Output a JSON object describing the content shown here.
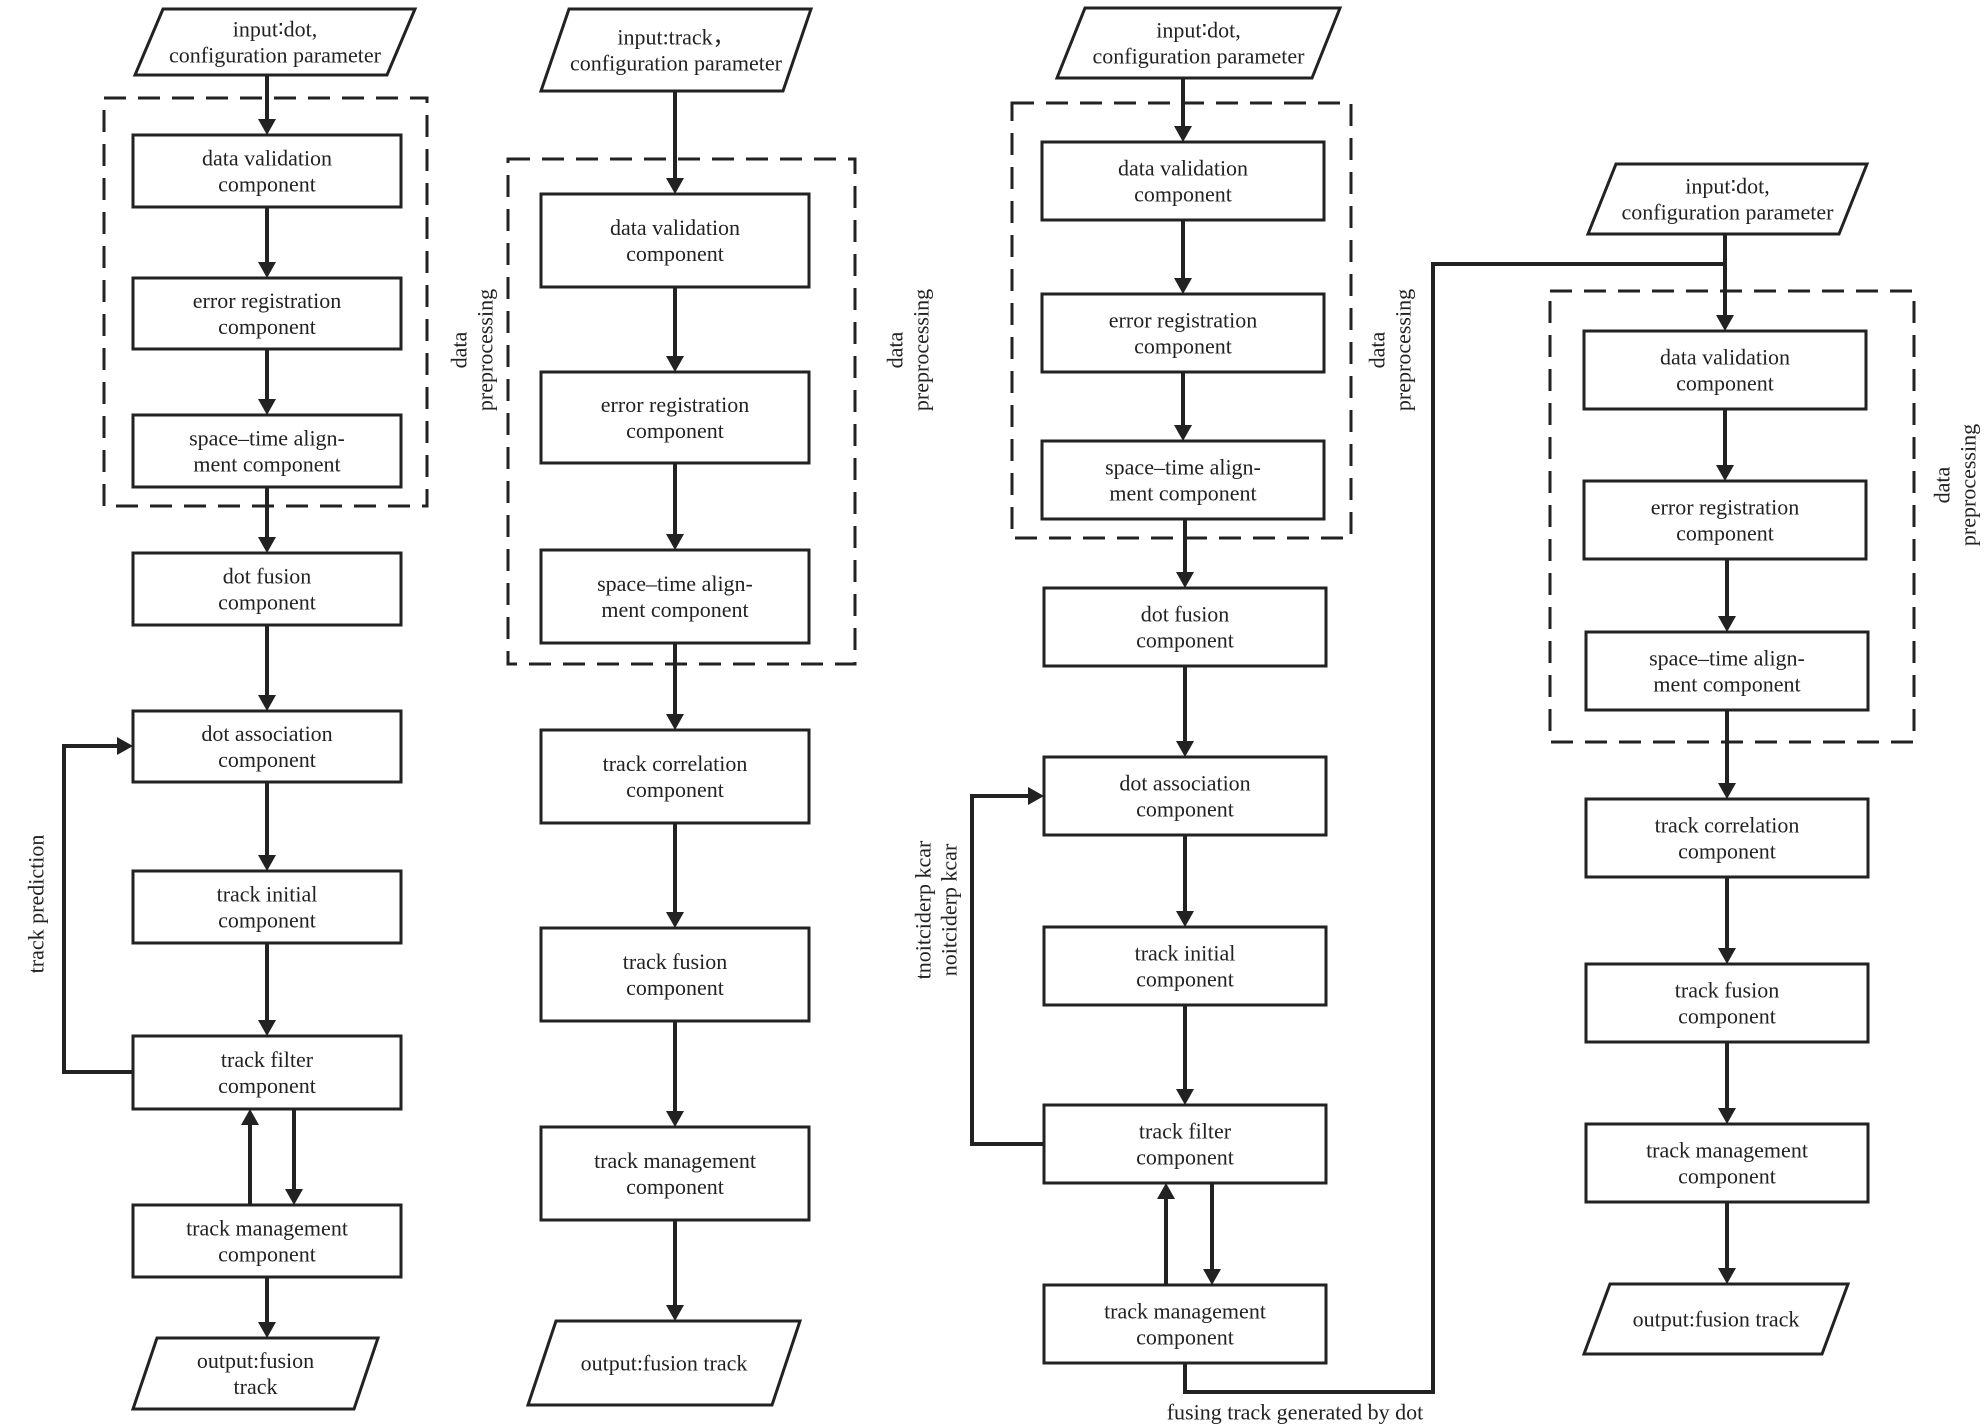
{
  "components": {
    "input_dot": [
      "input∶dot,",
      "configuration parameter"
    ],
    "input_track": [
      "input:track，",
      "configuration parameter"
    ],
    "data_validation": [
      "data validation",
      "component"
    ],
    "error_registration": [
      "error registration",
      "component"
    ],
    "space_time_alignment": [
      "space–time align-",
      "ment component"
    ],
    "dot_fusion": [
      "dot fusion",
      "component"
    ],
    "dot_association": [
      "dot association",
      "component"
    ],
    "track_initial": [
      "track initial",
      "component"
    ],
    "track_filter": [
      "track filter",
      "component"
    ],
    "track_management": [
      "track management",
      "component"
    ],
    "track_correlation": [
      "track correlation",
      "component"
    ],
    "track_fusion": [
      "track fusion",
      "component"
    ],
    "output_fusion_track_two_line": [
      "output:fusion",
      "track"
    ],
    "output_fusion_track": "output:fusion track"
  },
  "labels": {
    "data_preprocessing": [
      "data",
      "preprocessing"
    ],
    "track_prediction": "track prediction",
    "track_prediction_mirrored": [
      "tnoitciderp kcar",
      "noitciderp kcar"
    ],
    "fusing_track_generated_by_dot": "fusing track generated by dot"
  },
  "colors": {
    "stroke": "#222222",
    "background": "#ffffff"
  }
}
